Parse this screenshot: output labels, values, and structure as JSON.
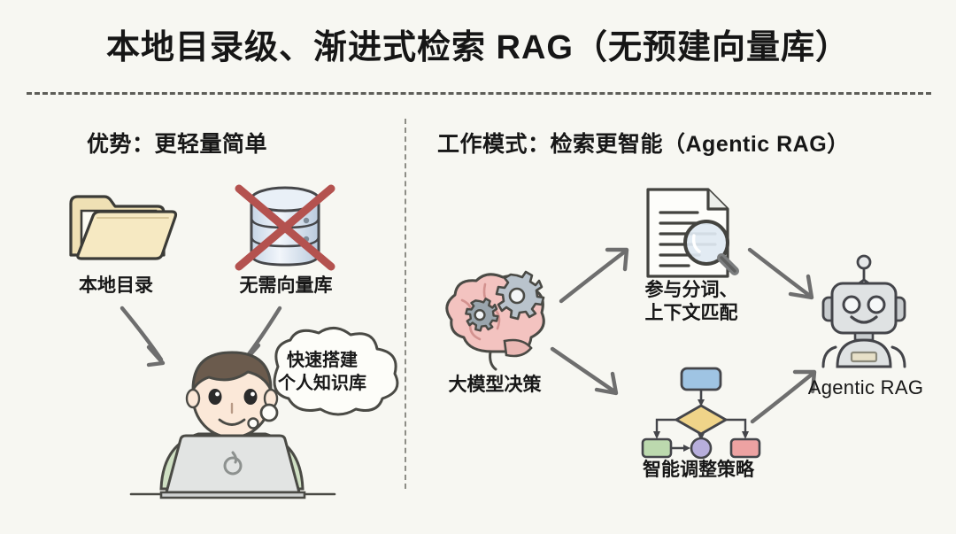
{
  "title": "本地目录级、渐进式检索 RAG（无预建向量库）",
  "sections": {
    "left": {
      "heading": "优势：更轻量简单",
      "items": [
        {
          "name": "folder-icon",
          "label": "本地目录"
        },
        {
          "name": "database-crossed-icon",
          "label": "无需向量库"
        },
        {
          "name": "person-laptop-icon",
          "label": ""
        }
      ],
      "thought_bubble": "快速搭建\n个人知识库"
    },
    "right": {
      "heading": "工作模式：检索更智能（Agentic RAG）",
      "items": [
        {
          "name": "brain-gears-icon",
          "label": "大模型决策"
        },
        {
          "name": "document-search-icon",
          "label": "参与分词、\n上下文匹配"
        },
        {
          "name": "flowchart-icon",
          "label": "智能调整策略"
        },
        {
          "name": "robot-icon",
          "label": "Agentic RAG"
        }
      ]
    }
  },
  "colors": {
    "background": "#f7f7f2",
    "ink": "#171717",
    "arrow": "#6e6e6e",
    "folder": "#f2e2b8",
    "folder_dark": "#e5d39f",
    "database": "#cfdced",
    "cross_red": "#b44a4a",
    "brain_pink": "#f3c3c0",
    "gear_gray": "#b9c3cc",
    "flow_blue": "#9fc4e3",
    "flow_yellow": "#f0d489",
    "flow_green": "#bcd9ae",
    "flow_purple": "#b7aedc",
    "flow_red": "#eda2a2",
    "robot_gray": "#d9dbdc",
    "shirt_green": "#cfe0c3",
    "laptop_gray": "#dcdedd",
    "hair_brown": "#6b5b4d",
    "skin": "#fbe8d8"
  }
}
